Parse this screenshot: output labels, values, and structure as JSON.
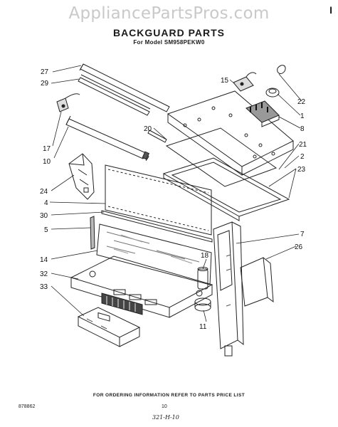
{
  "watermark": "AppliancePartsPros.com",
  "corner_mark": "I",
  "title": "BACKGUARD PARTS",
  "subtitle": "For Model SM958PEKW0",
  "footer_note": "FOR ORDERING INFORMATION REFER TO PARTS PRICE LIST",
  "doc_number": "878862",
  "page_number": "10",
  "handwritten_note": "321-H-10",
  "part_labels": [
    "27",
    "29",
    "15",
    "22",
    "1",
    "8",
    "17",
    "20",
    "21",
    "10",
    "2",
    "23",
    "24",
    "4",
    "30",
    "5",
    "7",
    "14",
    "18",
    "26",
    "32",
    "33",
    "11"
  ]
}
